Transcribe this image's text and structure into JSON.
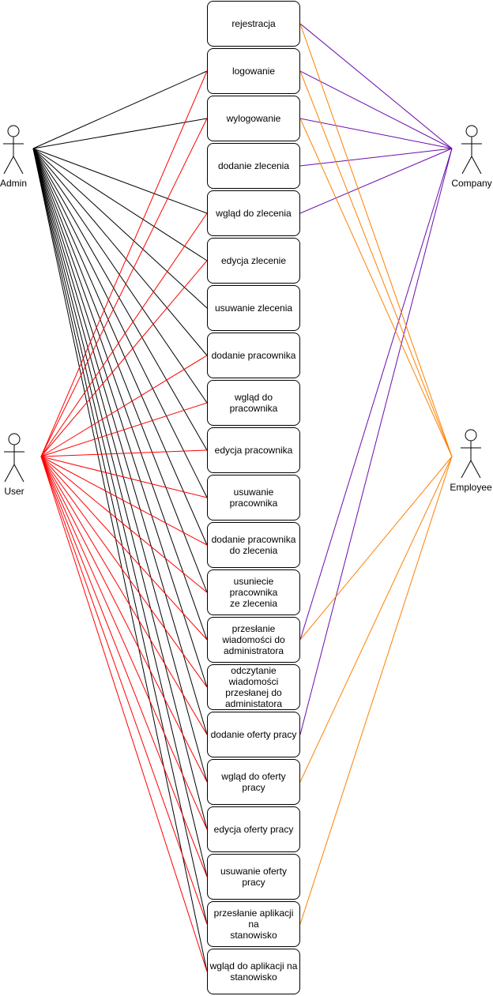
{
  "actors": {
    "admin": {
      "name": "Admin",
      "color": "#000000"
    },
    "company": {
      "name": "Company",
      "color": "#6a0dad"
    },
    "user": {
      "name": "User",
      "color": "#ff0000"
    },
    "employee": {
      "name": "Employee",
      "color": "#ff8000"
    }
  },
  "use_cases": [
    {
      "label": "rejestracja"
    },
    {
      "label": "logowanie"
    },
    {
      "label": "wylogowanie"
    },
    {
      "label": "dodanie zlecenia"
    },
    {
      "label": "wgląd do zlecenia"
    },
    {
      "label": "edycja zlecenie"
    },
    {
      "label": "usuwanie zlecenia"
    },
    {
      "label": "dodanie pracownika"
    },
    {
      "label": "wgląd do pracownika"
    },
    {
      "label": "edycja pracownika"
    },
    {
      "label": "usuwanie pracownika"
    },
    {
      "label": "dodanie pracownika\ndo zlecenia"
    },
    {
      "label": "usuniecie pracownika\nze zlecenia"
    },
    {
      "label": "przesłanie\nwiadomości do\nadministratora"
    },
    {
      "label": "odczytanie\nwiadomości\nprzesłanej do\nadministatora"
    },
    {
      "label": "dodanie oferty pracy"
    },
    {
      "label": "wgląd do oferty pracy"
    },
    {
      "label": "edycja oferty pracy"
    },
    {
      "label": "usuwanie oferty pracy"
    },
    {
      "label": "przesłanie aplikacji na\nstanowisko"
    },
    {
      "label": "wgląd do aplikacji na\nstanowisko"
    }
  ],
  "associations": {
    "admin": [
      1,
      2,
      4,
      5,
      6,
      7,
      8,
      9,
      10,
      11,
      12,
      13,
      14,
      15,
      16,
      17,
      18,
      19,
      20
    ],
    "user": [
      1,
      2,
      4,
      5,
      7,
      8,
      9,
      10,
      11,
      12,
      13,
      14,
      15,
      16,
      17,
      18,
      19,
      20
    ],
    "company": [
      0,
      1,
      2,
      3,
      4,
      13,
      15
    ],
    "employee": [
      0,
      1,
      2,
      13,
      16,
      19
    ]
  }
}
